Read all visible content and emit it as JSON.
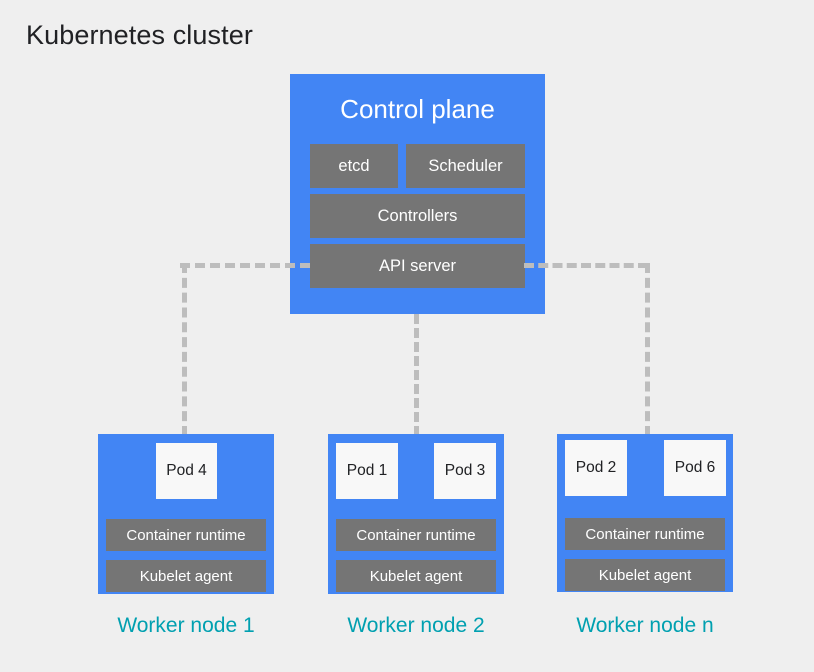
{
  "page": {
    "title": "Kubernetes cluster",
    "background_color": "#efefef"
  },
  "colors": {
    "node_blue": "#4285f4",
    "component_gray": "#757575",
    "pod_white": "#f8f8f8",
    "label_teal": "#00a0b0",
    "connector_gray": "#bdbdbd",
    "title_text": "#202124"
  },
  "control_plane": {
    "title": "Control plane",
    "components": [
      {
        "label": "etcd"
      },
      {
        "label": "Scheduler"
      },
      {
        "label": "Controllers"
      },
      {
        "label": "API server"
      }
    ]
  },
  "worker_nodes": [
    {
      "label": "Worker node 1",
      "pods": [
        {
          "label": "Pod 4"
        }
      ],
      "components": [
        {
          "label": "Container runtime"
        },
        {
          "label": "Kubelet agent"
        }
      ]
    },
    {
      "label": "Worker node 2",
      "pods": [
        {
          "label": "Pod 1"
        },
        {
          "label": "Pod 3"
        }
      ],
      "components": [
        {
          "label": "Container runtime"
        },
        {
          "label": "Kubelet agent"
        }
      ]
    },
    {
      "label": "Worker node n",
      "pods": [
        {
          "label": "Pod 2"
        },
        {
          "label": "Pod 6"
        }
      ],
      "components": [
        {
          "label": "Container runtime"
        },
        {
          "label": "Kubelet agent"
        }
      ]
    }
  ],
  "connectors": [
    {
      "from": "API server",
      "to": "Worker node 1",
      "style": "dashed"
    },
    {
      "from": "Control plane",
      "to": "Worker node 2",
      "style": "dashed"
    },
    {
      "from": "API server",
      "to": "Worker node n",
      "style": "dashed"
    }
  ]
}
